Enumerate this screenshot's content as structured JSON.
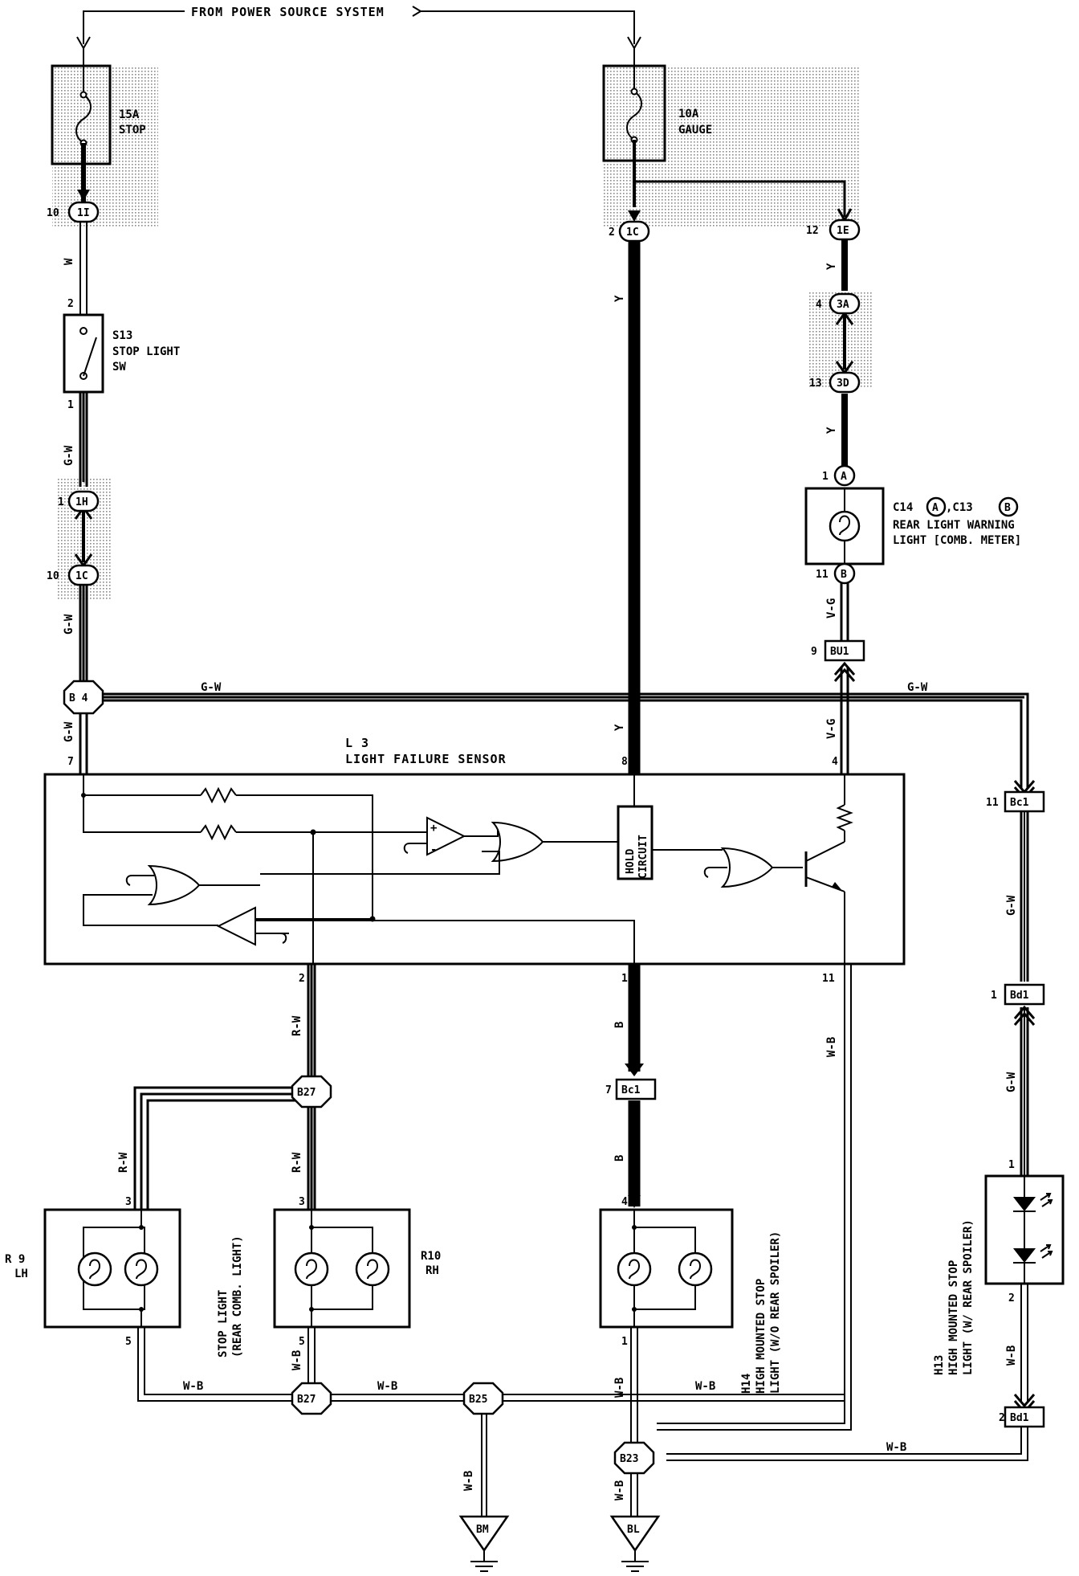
{
  "header": {
    "power_source": "FROM POWER SOURCE SYSTEM"
  },
  "fuses": {
    "stop": {
      "amp": "15A",
      "name": "STOP"
    },
    "gauge": {
      "amp": "10A",
      "name": "GAUGE"
    }
  },
  "switch_s13": {
    "id": "S13",
    "line1": "STOP LIGHT",
    "line2": "SW"
  },
  "sensor_l3": {
    "id": "L 3",
    "name": "LIGHT FAILURE SENSOR",
    "hold_line1": "HOLD",
    "hold_line2": "CIRCUIT"
  },
  "meter": {
    "id": "C14",
    "id_a": "A",
    "sep": ",C13",
    "id_b": "B",
    "line1": "REAR LIGHT WARNING",
    "line2": "LIGHT [COMB. METER]"
  },
  "lamps": {
    "r9": {
      "id": "R 9",
      "side": "LH"
    },
    "r10": {
      "id": "R10",
      "side": "RH"
    },
    "stop_light": {
      "line1": "STOP LIGHT",
      "line2": "(REAR COMB. LIGHT)"
    },
    "h14": {
      "id": "H14",
      "line1": "HIGH MOUNTED STOP",
      "line2": "LIGHT (W/O REAR SPOILER)"
    },
    "h13": {
      "id": "H13",
      "line1": "HIGH MOUNTED STOP",
      "line2": "LIGHT (W/ REAR SPOILER)"
    }
  },
  "connectors": {
    "c1I": "1I",
    "c1C_left": "1C",
    "c1H": "1H",
    "c1C_mid": "1C",
    "c1E": "1E",
    "c3A": "3A",
    "c3D": "3D",
    "cA": "A",
    "cB": "B",
    "bu1": "BU1",
    "bc1_right": "Bc1",
    "bd1_a": "Bd1",
    "bd1_b": "Bd1",
    "bc1_mid": "Bc1",
    "b4": "B 4",
    "b27_top": "B27",
    "b27_bot": "B27",
    "b25": "B25",
    "b23": "B23",
    "bm": "BM",
    "bl": "BL"
  },
  "pins": {
    "p10a": "10",
    "p2a": "2",
    "p1a": "1",
    "p1b": "1",
    "p10b": "10",
    "p7": "7",
    "p2c": "2",
    "p12": "12",
    "p4a": "4",
    "p13": "13",
    "p1c": "1",
    "p11a": "11",
    "p9": "9",
    "p8": "8",
    "p4b": "4",
    "p11b": "11",
    "p1d": "1",
    "p2d": "2",
    "p1e": "1",
    "p11c": "11",
    "p1f": "1",
    "p2e": "2",
    "p7b": "7",
    "p3a": "3",
    "p3b": "3",
    "p4c": "4",
    "p5a": "5",
    "p5b": "5",
    "p1g": "1"
  },
  "wires": {
    "w1": "W",
    "gw1": "G-W",
    "gw2": "G-W",
    "gw3": "G-W",
    "gw4": "G-W",
    "gw5": "G-W",
    "gw6": "G-W",
    "gw7": "G-W",
    "y1": "Y",
    "y2": "Y",
    "y3": "Y",
    "y4": "Y",
    "vg1": "V-G",
    "vg2": "V-G",
    "rw1": "R-W",
    "rw2": "R-W",
    "rw3": "R-W",
    "b1": "B",
    "b2": "B",
    "wb1": "W-B",
    "wb2": "W-B",
    "wb3": "W-B",
    "wb4": "W-B",
    "wb5": "W-B",
    "wb6": "W-B",
    "wb7": "W-B",
    "wb8": "W-B",
    "wb9": "W-B",
    "wb10": "W-B"
  }
}
